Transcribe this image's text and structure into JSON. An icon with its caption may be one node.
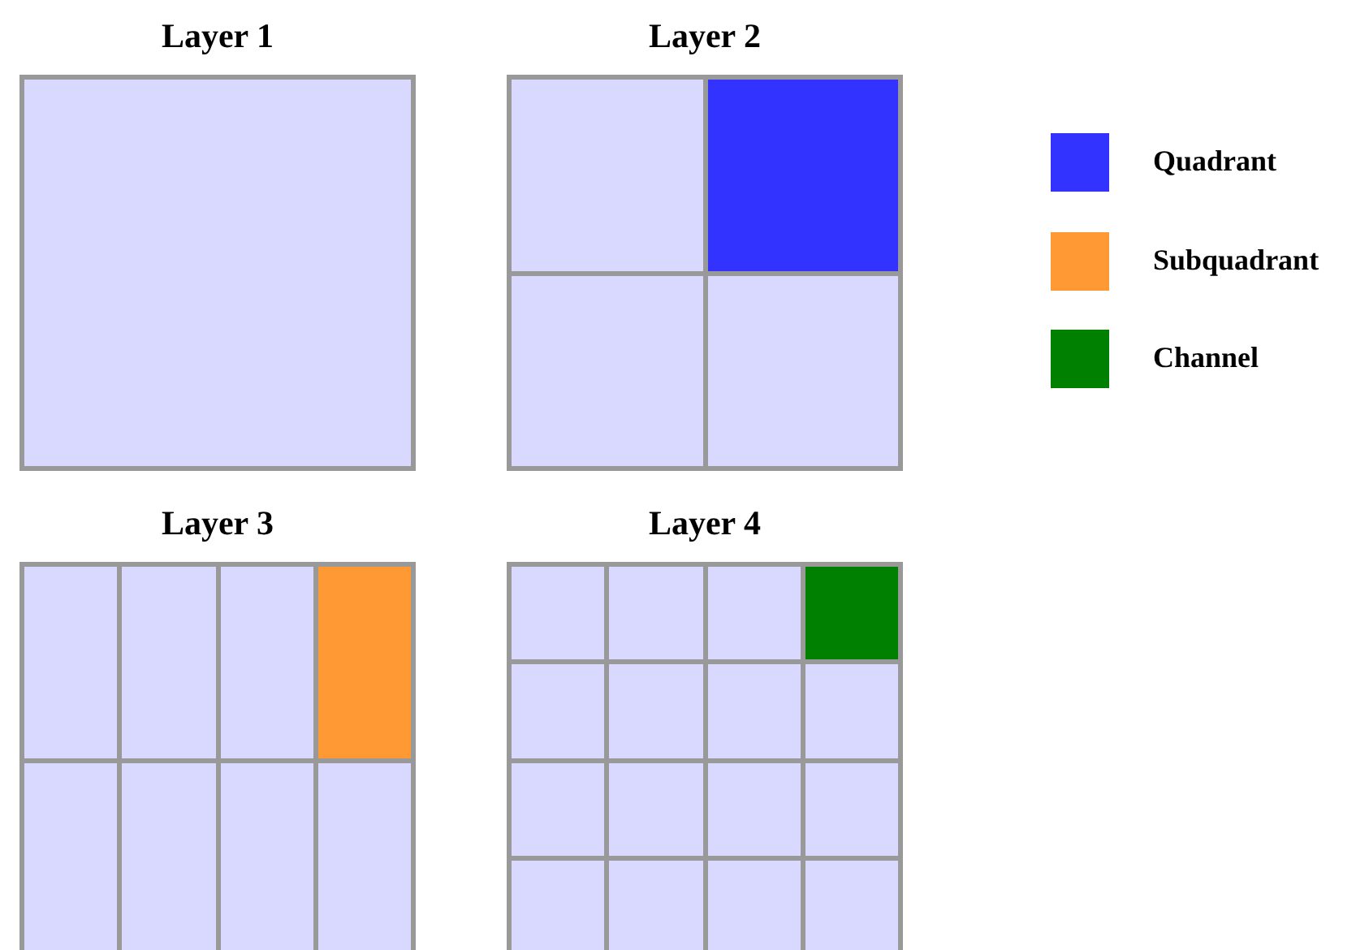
{
  "diagram": {
    "nodes": [
      {
        "text": [
          "Layer 1"
        ]
      },
      {
        "text": [
          "Layer 2"
        ]
      },
      {
        "text": [
          "Layer 3"
        ]
      },
      {
        "text": [
          "Layer 4"
        ]
      }
    ],
    "legend": [
      {
        "text": "Quadrant",
        "color": "#3333ff"
      },
      {
        "text": "Subquadrant",
        "color": "#ff9933"
      },
      {
        "text": "Channel",
        "color": "#008000"
      }
    ]
  }
}
